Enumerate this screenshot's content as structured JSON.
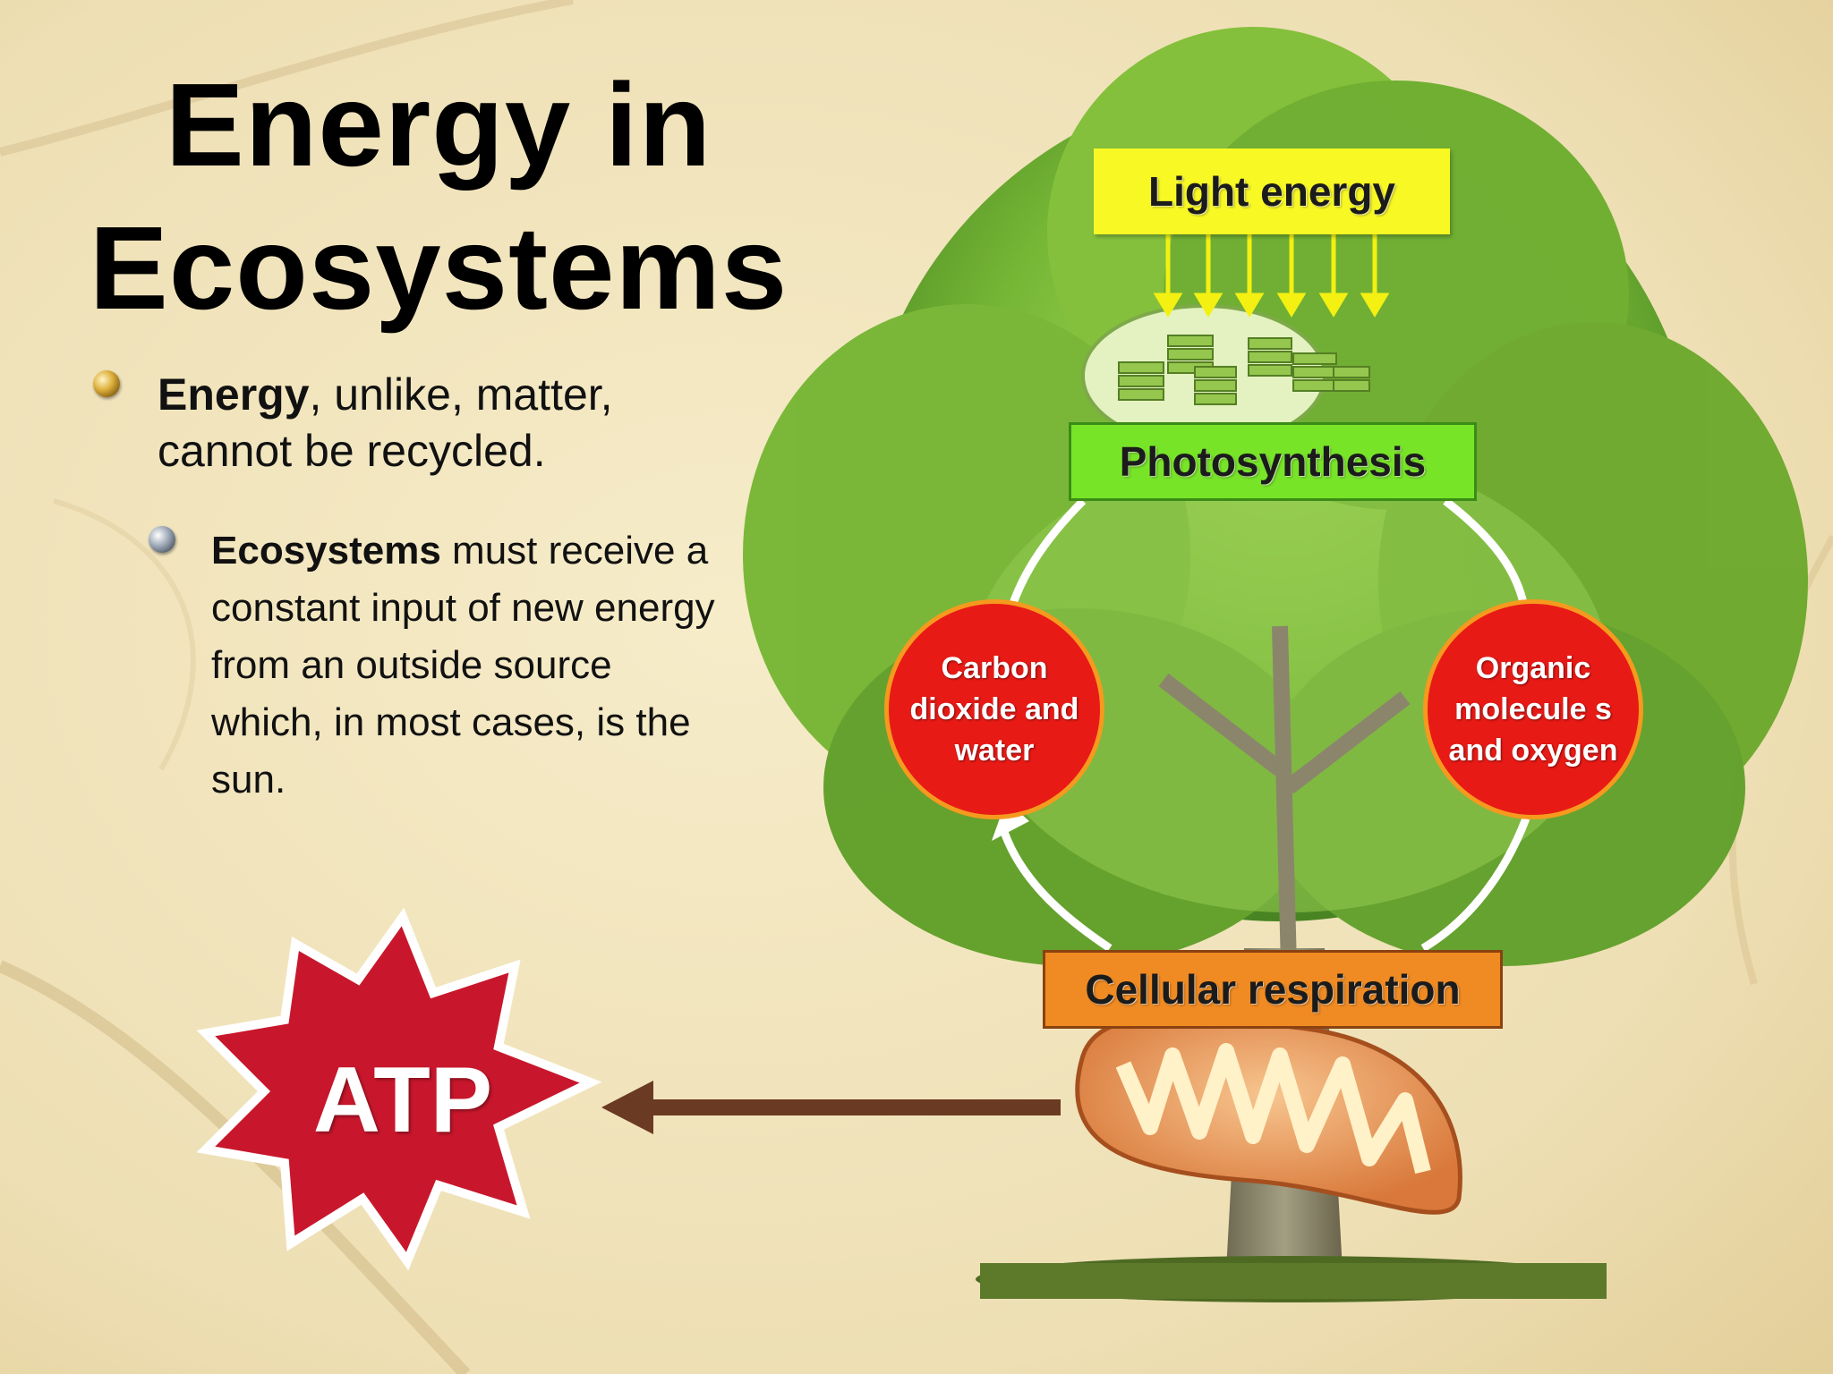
{
  "slide": {
    "title_line1": "Energy in",
    "title_line2": "Ecosystems"
  },
  "bullets": {
    "b1_bold": "Energy",
    "b1_rest": ", unlike, matter, cannot be recycled.",
    "b2_bold": "Ecosystems",
    "b2_rest": " must receive a constant input of new energy from an outside source which, in most cases, is the sun."
  },
  "diagram": {
    "light_label": "Light energy",
    "photosynthesis_label": "Photosynthesis",
    "respiration_label": "Cellular respiration",
    "left_circle": "Carbon dioxide and water",
    "right_circle": "Organic molecule s and oxygen",
    "atp_label": "ATP"
  },
  "colors": {
    "light_box": "#f8f825",
    "photosynthesis_box": "#78e428",
    "respiration_box": "#f08a22",
    "circle_fill": "#e81a16",
    "atp_star": "#c8172c",
    "arrow": "#6b3a22"
  }
}
